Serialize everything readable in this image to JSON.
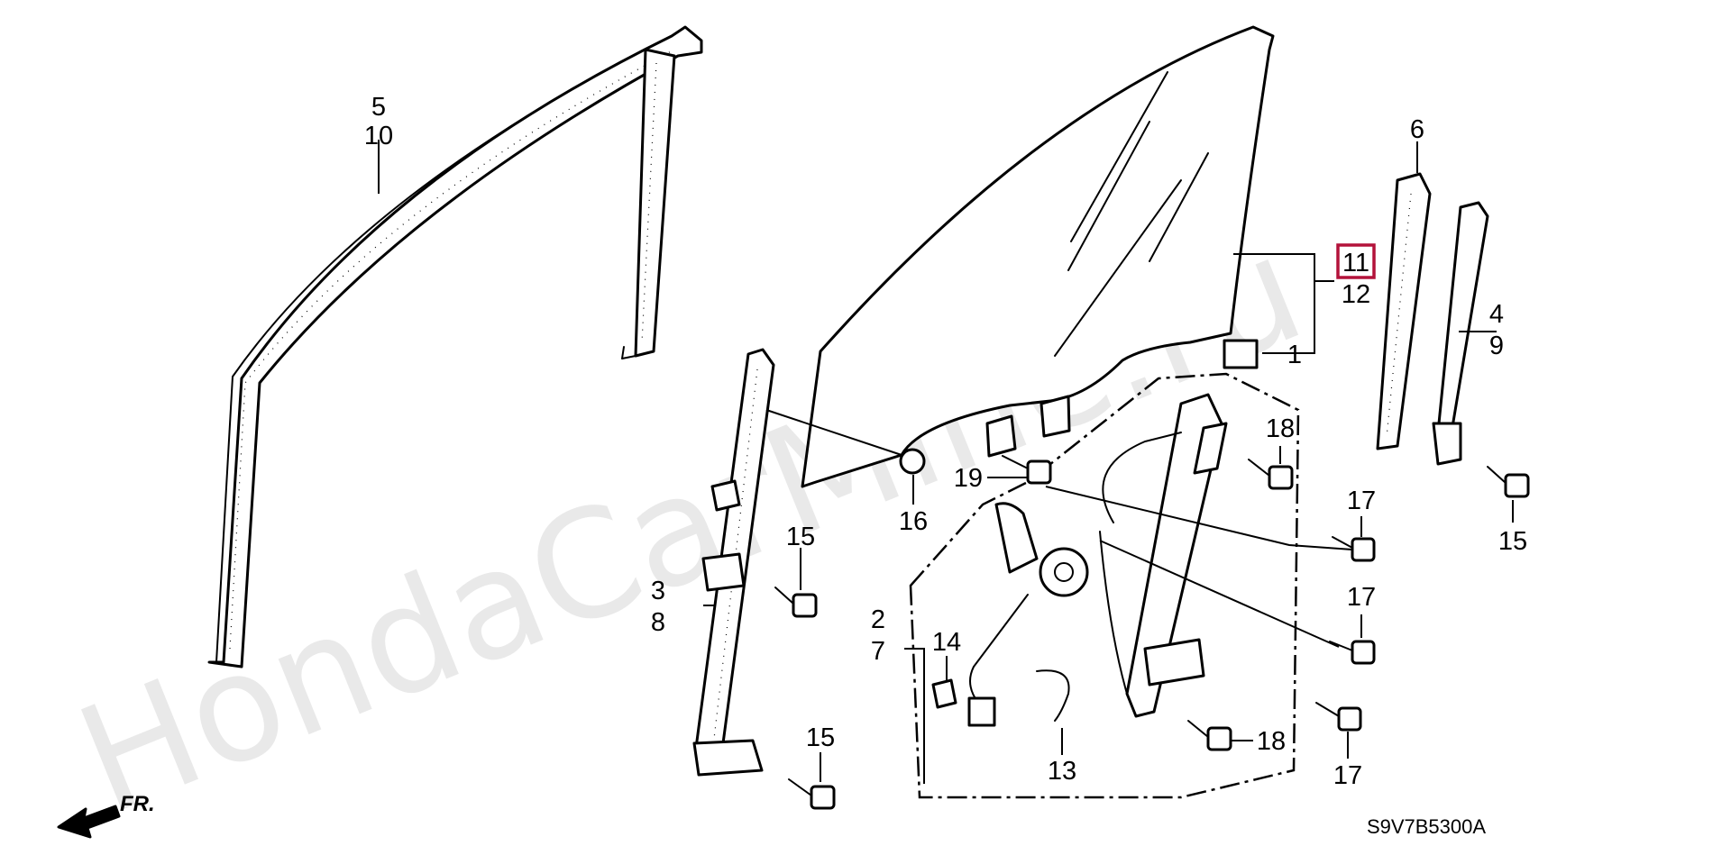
{
  "watermark": "HondaCarMine.ru",
  "diagram_code": "S9V7B5300A",
  "direction_label": "FR.",
  "highlight_color": "#b3123a",
  "callouts": {
    "c1": "1",
    "c2": "2",
    "c3": "3",
    "c4": "4",
    "c5": "5",
    "c6": "6",
    "c7": "7",
    "c8": "8",
    "c9": "9",
    "c10": "10",
    "c11": "11",
    "c12": "12",
    "c13": "13",
    "c14": "14",
    "c15a": "15",
    "c15b": "15",
    "c15c": "15",
    "c16": "16",
    "c17a": "17",
    "c17b": "17",
    "c17c": "17",
    "c18a": "18",
    "c18b": "18",
    "c19": "19"
  }
}
